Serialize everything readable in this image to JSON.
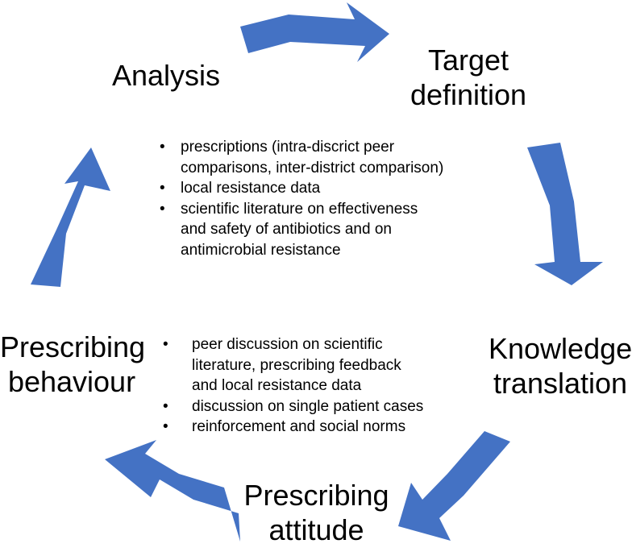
{
  "diagram": {
    "arrow_color": "#4472C4",
    "stages": {
      "analysis": {
        "label": "Analysis"
      },
      "target_definition": {
        "lines": [
          "Target",
          "definition"
        ]
      },
      "knowledge_translation": {
        "lines": [
          "Knowledge",
          "translation"
        ]
      },
      "prescribing_attitude": {
        "lines": [
          "Prescribing",
          "attitude"
        ]
      },
      "prescribing_behaviour": {
        "lines": [
          "Prescribing",
          "behaviour"
        ]
      }
    },
    "analysis_inputs": [
      {
        "lines": [
          "prescriptions (intra-discrict peer",
          "comparisons, inter-district comparison)"
        ]
      },
      {
        "lines": [
          "local resistance data"
        ]
      },
      {
        "lines": [
          "scientific literature on effectiveness",
          "and safety of antibiotics and on",
          "antimicrobial resistance"
        ]
      }
    ],
    "knowledge_activities": [
      {
        "lines": [
          "peer discussion on scientific",
          "literature, prescribing feedback",
          "and local resistance data"
        ]
      },
      {
        "lines": [
          "discussion on single patient cases"
        ]
      },
      {
        "lines": [
          "reinforcement and social norms"
        ]
      }
    ],
    "bullet_symbol": "•"
  }
}
